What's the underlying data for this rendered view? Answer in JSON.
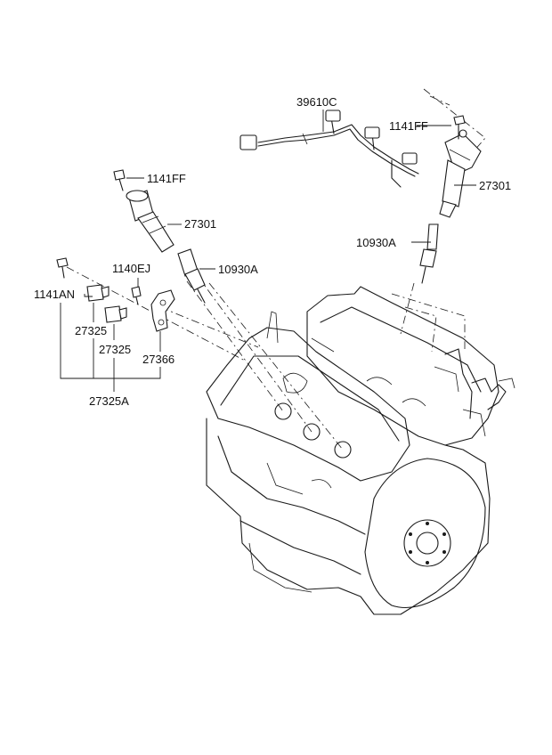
{
  "labels": {
    "harness": "39610C",
    "bolt_right": "1141FF",
    "coil_right": "27301",
    "plug_right": "10930A",
    "bolt_left": "1141FF",
    "coil_left": "27301",
    "plug_left": "10930A",
    "bolt_1140": "1140EJ",
    "bolt_1141an": "1141AN",
    "sensor_a": "27325",
    "sensor_b": "27325",
    "bracket": "27366",
    "assembly": "27325A"
  }
}
